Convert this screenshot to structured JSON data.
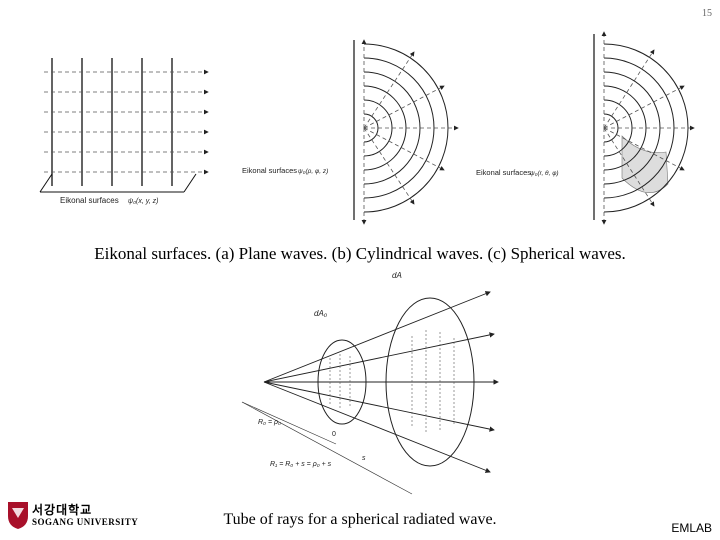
{
  "page_number": "15",
  "figures": {
    "plane": {
      "label": "Eikonal surfaces",
      "math": "ψ₀(x, y, z)"
    },
    "cylindrical": {
      "label": "Eikonal surfaces",
      "math": "ψ₀(ρ, φ, z)"
    },
    "spherical": {
      "label": "Eikonal surfaces",
      "math": "ψ₀(r, θ, φ)"
    },
    "tube": {
      "dA": "dA",
      "dA0": "dA₀",
      "R0": "R₀ = ρ₀",
      "origin": "0",
      "s": "s",
      "R1": "R₁ = R₀ + s = ρ₀ + s"
    }
  },
  "captions": {
    "top": "Eikonal surfaces. (a) Plane waves. (b) Cylindrical waves. (c) Spherical waves.",
    "bottom": "Tube of rays for a spherical radiated wave."
  },
  "footer": {
    "logo_korean": "서강대학교",
    "logo_english": "SOGANG UNIVERSITY",
    "lab": "EMLAB"
  }
}
